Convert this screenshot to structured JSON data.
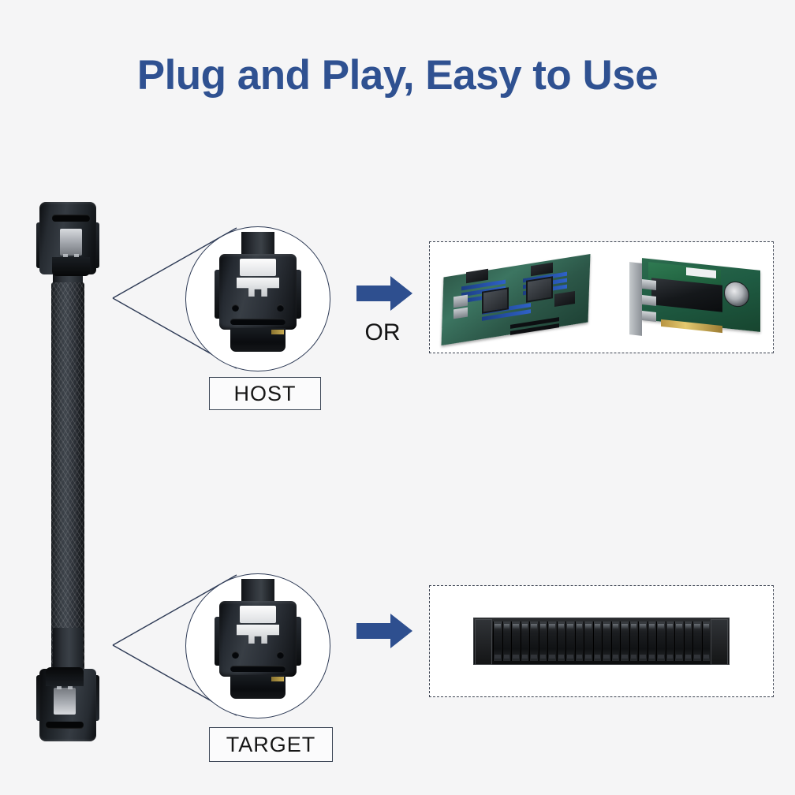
{
  "page": {
    "title": "Plug and Play, Easy to Use",
    "background_color": "#f5f5f6",
    "title_color": "#2f5191",
    "accent_color": "#2e4f8f"
  },
  "cable": {
    "name": "mini-sas-hd-internal-cable",
    "connector_top_name": "sff-8643-connector-host-end",
    "connector_bottom_name": "sff-8643-connector-target-end",
    "sleeve_name": "braided-cable-sleeve"
  },
  "callouts": [
    {
      "id": "host",
      "label": "HOST",
      "circle_name": "host-connector-magnifier",
      "connector_name": "host-connector-closeup"
    },
    {
      "id": "target",
      "label": "TARGET",
      "circle_name": "target-connector-magnifier",
      "connector_name": "target-connector-closeup"
    }
  ],
  "connections": {
    "or_text": "OR",
    "host_arrow_name": "host-arrow-icon",
    "target_arrow_name": "target-arrow-icon"
  },
  "devices": {
    "host_box": {
      "name": "host-devices-box",
      "items": [
        {
          "name": "server-motherboard",
          "caption": ""
        },
        {
          "name": "raid-controller-card",
          "caption": ""
        }
      ]
    },
    "target_box": {
      "name": "target-devices-box",
      "items": [
        {
          "name": "rack-drive-enclosure",
          "caption": "",
          "bay_count": 24
        }
      ]
    }
  }
}
